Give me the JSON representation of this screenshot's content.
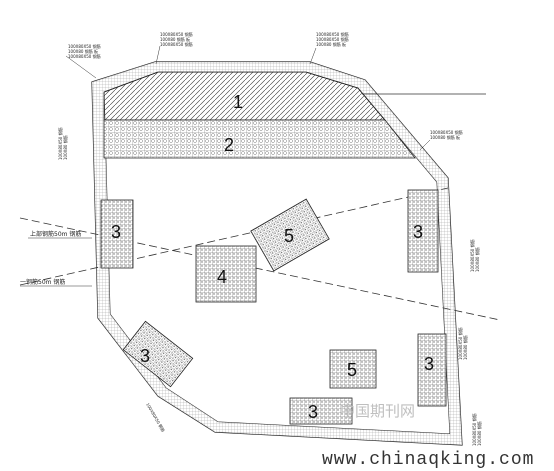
{
  "zones": {
    "z1": "1",
    "z2": "2",
    "z3a": "3",
    "z3b": "3",
    "z3c": "3",
    "z3d": "3",
    "z3e": "3",
    "z4": "4",
    "z5a": "5",
    "z5b": "5"
  },
  "side_labels": {
    "upper": "上部钢筋50m 钢筋",
    "lower": "一钢筋50m 钢筋"
  },
  "annotations": {
    "top_left": [
      "100X80X50 钢筋",
      "100X80 钢筋 板",
      "100X80X50 钢筋"
    ],
    "top_mid": [
      "100X80X50 钢筋",
      "100X80 钢筋 板",
      "100X80X50 钢筋"
    ],
    "top_right": [
      "100X80X50 钢筋",
      "100X80X50 钢筋",
      "100X80 钢筋 板"
    ],
    "right_upper": [
      "100X80X50 钢筋",
      "100X80 钢筋 板"
    ],
    "left_mid": [
      "100X80X50 钢筋",
      "100X80 钢筋"
    ],
    "right_mid": [
      "100X80X50 钢筋",
      "100X80 钢筋"
    ],
    "right_lower": [
      "100X80X50 钢筋",
      "100X80 钢筋"
    ],
    "bottom_left": [
      "100X80X50 钢筋"
    ],
    "bottom_right": [
      "100X80X50 钢筋",
      "100X80 钢筋"
    ]
  },
  "watermark": {
    "cn": "中国期刊网",
    "url": "www.chinaqking.com"
  }
}
